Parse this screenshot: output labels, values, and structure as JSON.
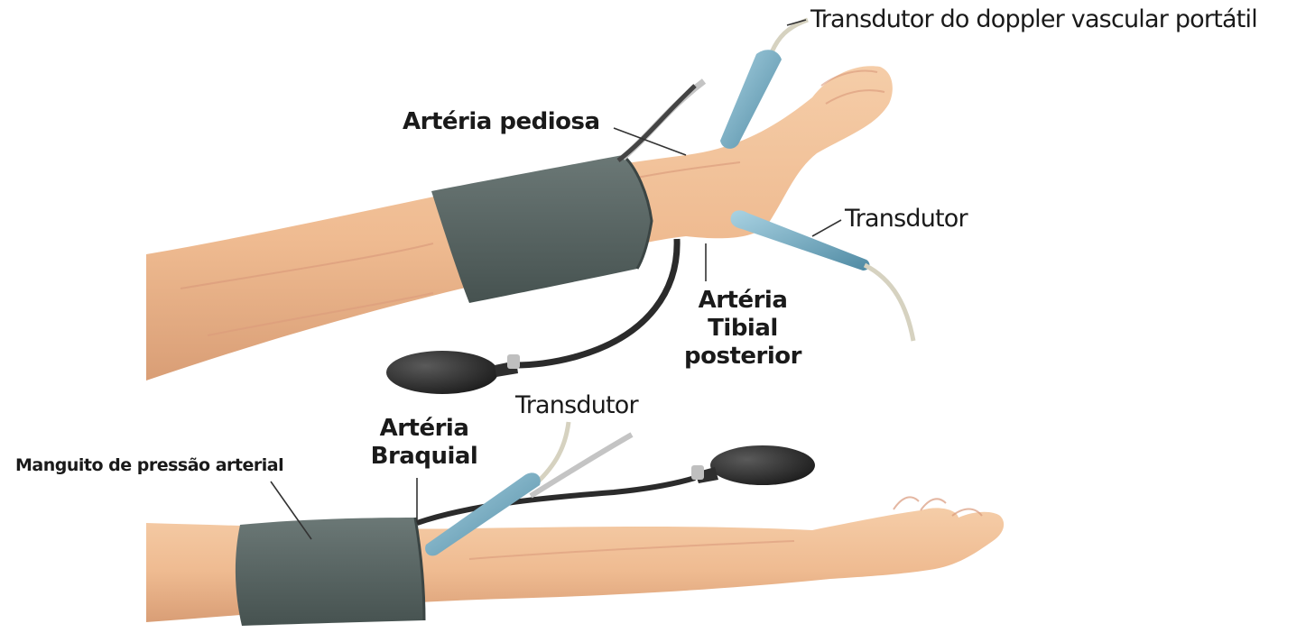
{
  "labels": {
    "doppler_transducer": "Transdutor do doppler vascular portátil",
    "dorsalis_pedis": "Artéria pediosa",
    "foot_transducer": "Transdutor",
    "posterior_tibial": [
      "Artéria",
      "Tibial",
      "posterior"
    ],
    "arm_transducer": "Transdutor",
    "brachial": [
      "Artéria",
      "Braquial"
    ],
    "cuff": "Manguito de pressão arterial"
  },
  "colors": {
    "skin": "#f2c29a",
    "skin_shadow": "#d99e76",
    "cuff": "#5b6866",
    "cuff_dark": "#465250",
    "transducer": "#7fb3c8",
    "transducer_dark": "#4f8aa3",
    "tube_black": "#2b2b2b",
    "tube_grey": "#b8b8b8",
    "bulb": "#2e2e2e"
  }
}
